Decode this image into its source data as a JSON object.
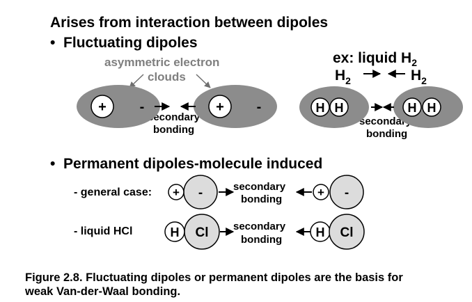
{
  "heading": "Arises from interaction between dipoles",
  "bullets": {
    "fluctuating": "Fluctuating dipoles",
    "permanent": "Permanent dipoles-molecule induced"
  },
  "fluctuating": {
    "asym_line1": "asymmetric electron",
    "asym_line2": "clouds",
    "plus": "+",
    "minus": "-",
    "secondary": "secondary",
    "bonding": "bonding"
  },
  "example": {
    "prefix": "ex:  liquid H",
    "subscript": "2",
    "h2": "H",
    "h": "H"
  },
  "permanent": {
    "general_label": "- general case:",
    "hcl_label": "- liquid HCl",
    "cl": "Cl",
    "h": "H"
  },
  "caption_line1": "Figure 2.8. Fluctuating dipoles or permanent dipoles are the basis for",
  "caption_line2": "weak Van-der-Waal bonding.",
  "colors": {
    "cloud": "#8c8c8c",
    "light_circle": "#dcdcdc",
    "label_gray": "#7f7f7f"
  }
}
